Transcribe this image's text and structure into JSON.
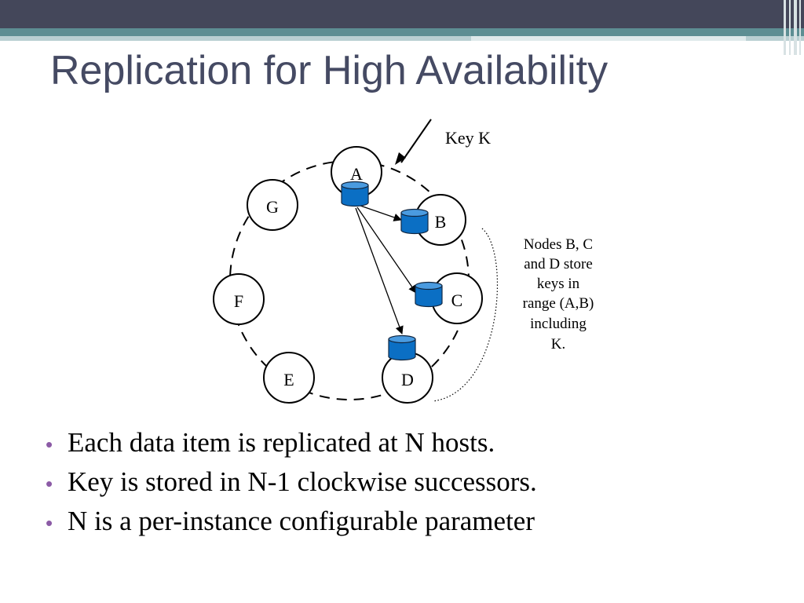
{
  "title": "Replication for High Availability",
  "diagram": {
    "key_label": "Key K",
    "nodes": [
      "A",
      "B",
      "C",
      "D",
      "E",
      "F",
      "G"
    ],
    "note_lines": [
      "Nodes B, C",
      "and D store",
      "keys in",
      "range (A,B)",
      "including",
      "K."
    ]
  },
  "bullets": [
    "Each data item is replicated at N hosts.",
    "Key is stored in N-1 clockwise successors.",
    "N is a per-instance configurable parameter"
  ],
  "colors": {
    "title": "#454a63",
    "bullet": "#8c5ba6",
    "cylinder": "#0b6fc4",
    "band_dark": "#44475a",
    "band_teal": "#5d8e93"
  },
  "icons": {
    "bullet": "bullet-dot-icon",
    "storage": "database-cylinder-icon"
  }
}
